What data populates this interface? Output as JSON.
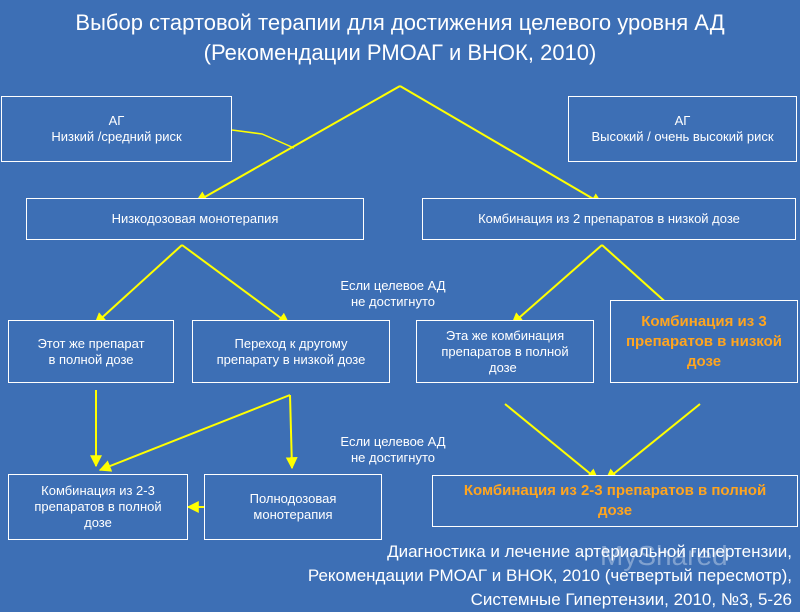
{
  "title": {
    "line1": "Выбор стартовой терапии для достижения целевого уровня АД",
    "line2": "(Рекомендации РМОАГ и ВНОК, 2010)"
  },
  "nodes": {
    "low_risk": {
      "line1": "АГ",
      "line2": "Низкий /средний риск"
    },
    "high_risk": {
      "line1": "АГ",
      "line2": "Высокий / очень высокий риск"
    },
    "mono_low": "Низкодозовая монотерапия",
    "combo2_low": "Комбинация из 2 препаратов в низкой дозе",
    "same_full": {
      "line1": "Этот же препарат",
      "line2": "в полной дозе"
    },
    "switch_low": {
      "line1": "Переход к другому",
      "line2": "препарату в низкой дозе"
    },
    "same_combo_full": {
      "line1": "Эта же комбинация",
      "line2": "препаратов в полной",
      "line3": "дозе"
    },
    "combo3_low": {
      "line1": "Комбинация из 3",
      "line2": "препаратов в низкой",
      "line3": "дозе"
    },
    "combo23_full_left": {
      "line1": "Комбинация из 2-3",
      "line2": "препаратов в полной",
      "line3": "дозе"
    },
    "full_mono": {
      "line1": "Полнодозовая",
      "line2": "монотерапия"
    },
    "combo23_full_right": {
      "line1": "Комбинация из 2-3 препаратов в полной",
      "line2": "дозе"
    }
  },
  "notes": {
    "not_reached_1": {
      "line1": "Если целевое АД",
      "line2": "не достигнуто"
    },
    "not_reached_2": {
      "line1": "Если целевое АД",
      "line2": "не достигнуто"
    }
  },
  "citation": {
    "line1": "Диагностика и лечение артериальной гипертензии,",
    "line2": "Рекомендации РМОАГ и ВНОК, 2010 (четвертый пересмотр),",
    "line3": "Системные Гипертензии, 2010, №3, 5-26"
  },
  "watermark": "MyShared",
  "colors": {
    "background": "#3d6fb5",
    "text": "#ffffff",
    "arrow": "#ffff00",
    "highlight": "#ffa51f"
  }
}
